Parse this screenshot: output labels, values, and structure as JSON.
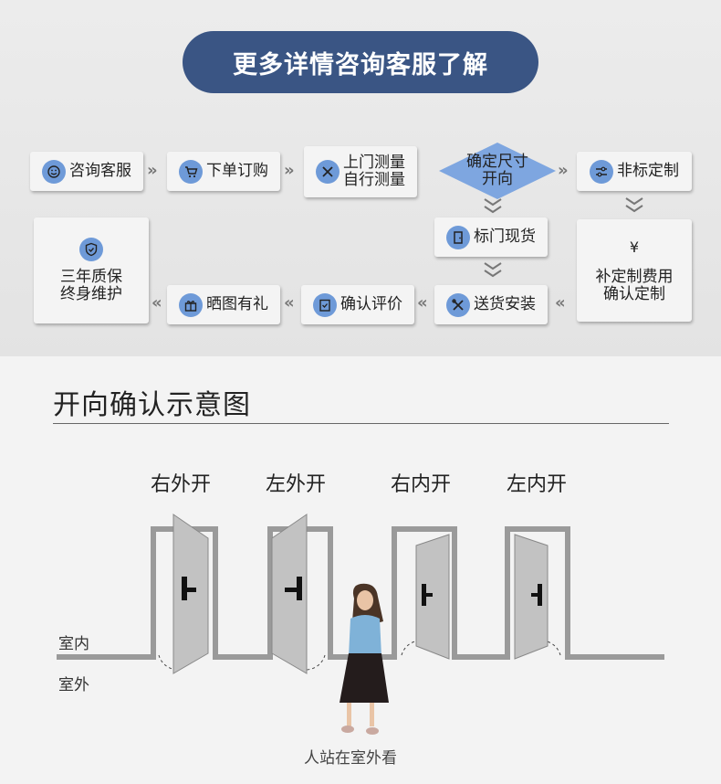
{
  "banner": {
    "text": "更多详情咨询客服了解"
  },
  "flow": {
    "consult": "咨询客服",
    "order": "下单订购",
    "measure": "上门测量\n自行测量",
    "confirm_size": "确定尺寸\n开向",
    "custom": "非标定制",
    "stock": "标门现货",
    "warranty": "三年质保\n终身维护",
    "gift": "晒图有礼",
    "review": "确认评价",
    "delivery": "送货安装",
    "fee_symbol": "¥",
    "fee": "补定制费用\n确认定制"
  },
  "section": {
    "title": "开向确认示意图"
  },
  "doors": {
    "labels": [
      "右外开",
      "左外开",
      "右内开",
      "左内开"
    ],
    "indoor": "室内",
    "outdoor": "室外",
    "caption": "人站在室外看"
  },
  "colors": {
    "banner_bg": "#3a5584",
    "icon_bg": "#6e9ad8",
    "diamond": "#7ea6e0",
    "wall": "#9a9a9a",
    "door": "#c2c2c2"
  }
}
